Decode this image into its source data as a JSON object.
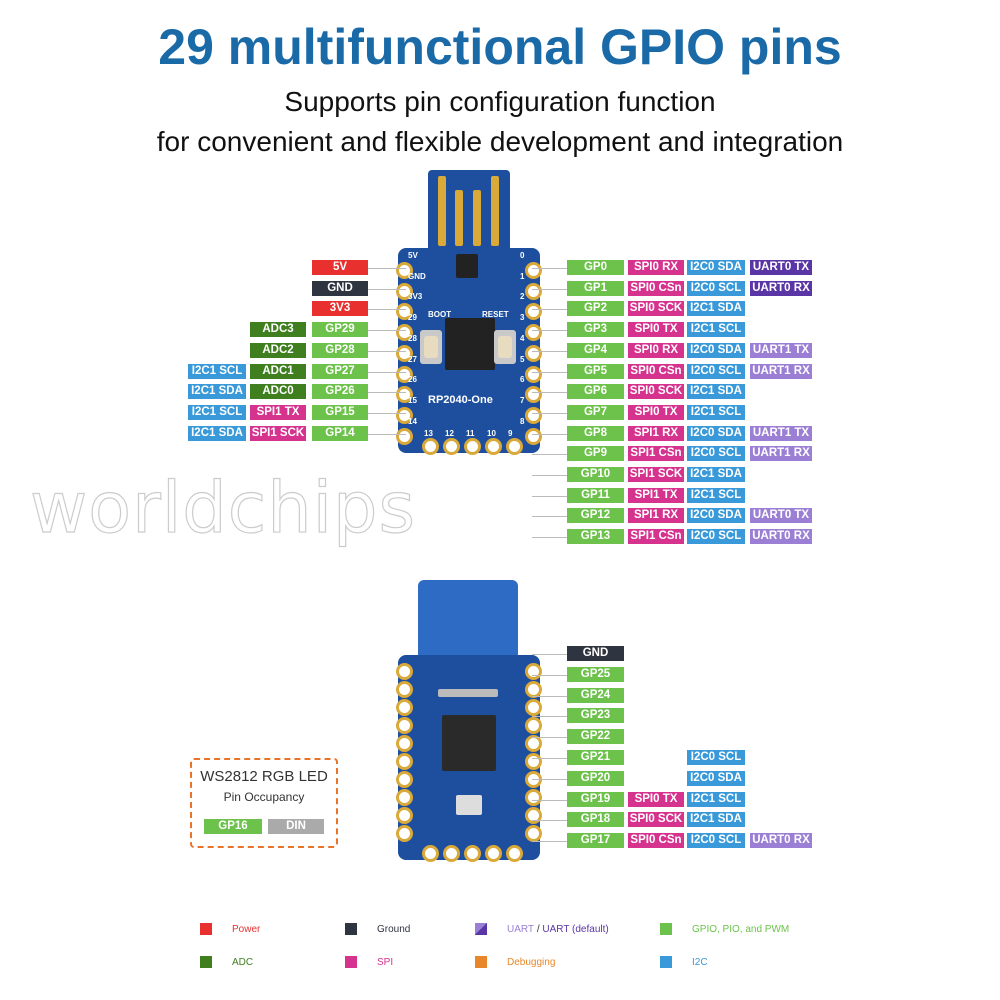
{
  "header": {
    "title": "29 multifunctional GPIO pins",
    "subtitle_1": "Supports pin configuration function",
    "subtitle_2": "for convenient and flexible development and integration"
  },
  "board": {
    "name": "RP2040-One",
    "boot": "BOOT",
    "reset": "RESET",
    "silk_left": [
      "5V",
      "GND",
      "3V3",
      "29",
      "28",
      "27",
      "26",
      "15",
      "14"
    ],
    "silk_right": [
      "0",
      "1",
      "2",
      "3",
      "4",
      "5",
      "6",
      "7",
      "8"
    ],
    "silk_bottom": [
      "13",
      "12",
      "11",
      "10",
      "9"
    ]
  },
  "colors": {
    "power": "#e8302f",
    "ground": "#2e3440",
    "gpio": "#6cc24a",
    "adc": "#3f7f1f",
    "spi": "#d6338f",
    "i2c": "#3a9ad9",
    "uart": "#9b7fd4",
    "uart_default": "#5a35a6",
    "debug": "#e8872a"
  },
  "left_pins": [
    [
      [
        "5V",
        "power"
      ]
    ],
    [
      [
        "GND",
        "ground"
      ]
    ],
    [
      [
        "3V3",
        "power"
      ]
    ],
    [
      [
        "GP29",
        "gpio"
      ],
      [
        "ADC3",
        "adc"
      ]
    ],
    [
      [
        "GP28",
        "gpio"
      ],
      [
        "ADC2",
        "adc"
      ]
    ],
    [
      [
        "GP27",
        "gpio"
      ],
      [
        "ADC1",
        "adc"
      ],
      [
        "I2C1 SCL",
        "i2c"
      ]
    ],
    [
      [
        "GP26",
        "gpio"
      ],
      [
        "ADC0",
        "adc"
      ],
      [
        "I2C1 SDA",
        "i2c"
      ]
    ],
    [
      [
        "GP15",
        "gpio"
      ],
      [
        "SPI1 TX",
        "spi"
      ],
      [
        "I2C1 SCL",
        "i2c"
      ]
    ],
    [
      [
        "GP14",
        "gpio"
      ],
      [
        "SPI1 SCK",
        "spi"
      ],
      [
        "I2C1 SDA",
        "i2c"
      ]
    ]
  ],
  "right_pins": [
    [
      [
        "GP0",
        "gpio"
      ],
      [
        "SPI0 RX",
        "spi"
      ],
      [
        "I2C0 SDA",
        "i2c"
      ],
      [
        "UART0 TX",
        "uart_default"
      ]
    ],
    [
      [
        "GP1",
        "gpio"
      ],
      [
        "SPI0 CSn",
        "spi"
      ],
      [
        "I2C0 SCL",
        "i2c"
      ],
      [
        "UART0 RX",
        "uart_default"
      ]
    ],
    [
      [
        "GP2",
        "gpio"
      ],
      [
        "SPI0 SCK",
        "spi"
      ],
      [
        "I2C1 SDA",
        "i2c"
      ]
    ],
    [
      [
        "GP3",
        "gpio"
      ],
      [
        "SPI0 TX",
        "spi"
      ],
      [
        "I2C1 SCL",
        "i2c"
      ]
    ],
    [
      [
        "GP4",
        "gpio"
      ],
      [
        "SPI0 RX",
        "spi"
      ],
      [
        "I2C0 SDA",
        "i2c"
      ],
      [
        "UART1 TX",
        "uart"
      ]
    ],
    [
      [
        "GP5",
        "gpio"
      ],
      [
        "SPI0 CSn",
        "spi"
      ],
      [
        "I2C0 SCL",
        "i2c"
      ],
      [
        "UART1 RX",
        "uart"
      ]
    ],
    [
      [
        "GP6",
        "gpio"
      ],
      [
        "SPI0 SCK",
        "spi"
      ],
      [
        "I2C1 SDA",
        "i2c"
      ]
    ],
    [
      [
        "GP7",
        "gpio"
      ],
      [
        "SPI0 TX",
        "spi"
      ],
      [
        "I2C1 SCL",
        "i2c"
      ]
    ],
    [
      [
        "GP8",
        "gpio"
      ],
      [
        "SPI1 RX",
        "spi"
      ],
      [
        "I2C0 SDA",
        "i2c"
      ],
      [
        "UART1 TX",
        "uart"
      ]
    ],
    [
      [
        "GP9",
        "gpio"
      ],
      [
        "SPI1 CSn",
        "spi"
      ],
      [
        "I2C0 SCL",
        "i2c"
      ],
      [
        "UART1 RX",
        "uart"
      ]
    ],
    [
      [
        "GP10",
        "gpio"
      ],
      [
        "SPI1 SCK",
        "spi"
      ],
      [
        "I2C1 SDA",
        "i2c"
      ]
    ],
    [
      [
        "GP11",
        "gpio"
      ],
      [
        "SPI1 TX",
        "spi"
      ],
      [
        "I2C1 SCL",
        "i2c"
      ]
    ],
    [
      [
        "GP12",
        "gpio"
      ],
      [
        "SPI1 RX",
        "spi"
      ],
      [
        "I2C0 SDA",
        "i2c"
      ],
      [
        "UART0 TX",
        "uart"
      ]
    ],
    [
      [
        "GP13",
        "gpio"
      ],
      [
        "SPI1 CSn",
        "spi"
      ],
      [
        "I2C0 SCL",
        "i2c"
      ],
      [
        "UART0 RX",
        "uart"
      ]
    ]
  ],
  "back_pins": [
    [
      [
        "GND",
        "ground"
      ]
    ],
    [
      [
        "GP25",
        "gpio"
      ]
    ],
    [
      [
        "GP24",
        "gpio"
      ]
    ],
    [
      [
        "GP23",
        "gpio"
      ]
    ],
    [
      [
        "GP22",
        "gpio"
      ]
    ],
    [
      [
        "GP21",
        "gpio"
      ],
      null,
      [
        "I2C0 SCL",
        "i2c"
      ]
    ],
    [
      [
        "GP20",
        "gpio"
      ],
      null,
      [
        "I2C0 SDA",
        "i2c"
      ]
    ],
    [
      [
        "GP19",
        "gpio"
      ],
      [
        "SPI0 TX",
        "spi"
      ],
      [
        "I2C1 SCL",
        "i2c"
      ]
    ],
    [
      [
        "GP18",
        "gpio"
      ],
      [
        "SPI0 SCK",
        "spi"
      ],
      [
        "I2C1 SDA",
        "i2c"
      ]
    ],
    [
      [
        "GP17",
        "gpio"
      ],
      [
        "SPI0 CSn",
        "spi"
      ],
      [
        "I2C0 SCL",
        "i2c"
      ],
      [
        "UART0 RX",
        "uart"
      ]
    ]
  ],
  "ws2812": {
    "title": "WS2812 RGB LED",
    "subtitle": "Pin Occupancy",
    "pin": "GP16",
    "signal": "DIN"
  },
  "legend": [
    {
      "label": "Power",
      "color": "#e8302f"
    },
    {
      "label": "Ground",
      "color": "#2e3440"
    },
    {
      "label": "UART",
      "label2": " / ",
      "label3": "UART (default)",
      "color": "#9b7fd4"
    },
    {
      "label": "GPIO, PIO, and PWM",
      "color": "#6cc24a"
    },
    {
      "label": "ADC",
      "color": "#3f7f1f"
    },
    {
      "label": "SPI",
      "color": "#d6338f"
    },
    {
      "label": "Debugging",
      "color": "#e8872a"
    },
    {
      "label": "I2C",
      "color": "#3a9ad9"
    }
  ],
  "watermark": "worldchips"
}
